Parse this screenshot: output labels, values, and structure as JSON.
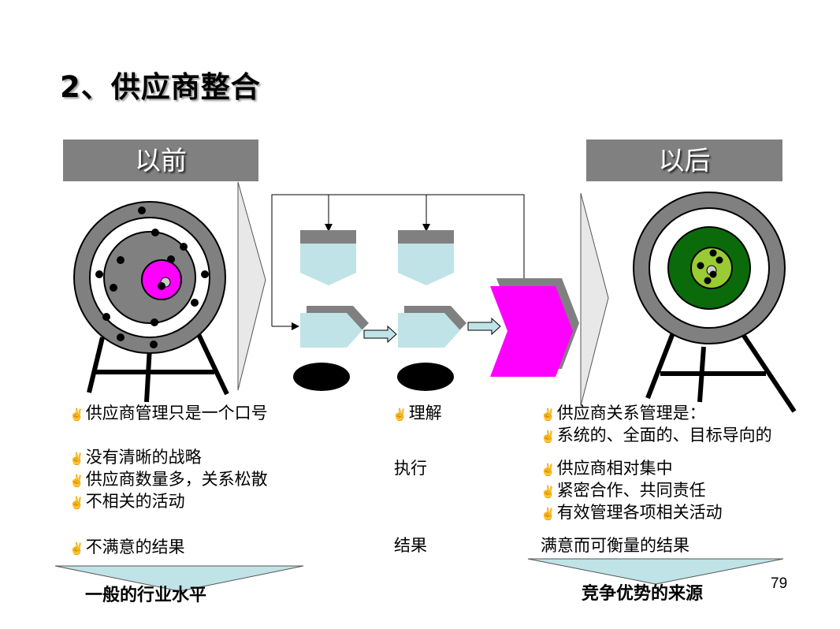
{
  "title": "2、供应商整合",
  "before": {
    "header": "以前",
    "bullet_icon": "victory-hand-icon",
    "items": [
      "供应商管理只是一个口号",
      "没有清晰的战略",
      "供应商数量多，关系松散",
      "不相关的活动",
      "不满意的结果"
    ],
    "outcome": "一般的行业水平"
  },
  "middle": {
    "items": [
      "理解",
      "执行",
      "结果"
    ]
  },
  "after": {
    "header": "以后",
    "items": [
      "供应商关系管理是：",
      "系统的、全面的、目标导向的",
      "供应商相对集中",
      "紧密合作、共同责任",
      "有效管理各项相关活动"
    ],
    "result": "满意而可衡量的结果",
    "outcome": "竞争优势的来源"
  },
  "colors": {
    "header_bg": "#808080",
    "magenta": "#ff00ff",
    "light_cyan": "#bfe3e6",
    "dark_green": "#0b6b0b",
    "lime": "#99cc33",
    "target_gray": "#808080"
  },
  "page_number": "79"
}
